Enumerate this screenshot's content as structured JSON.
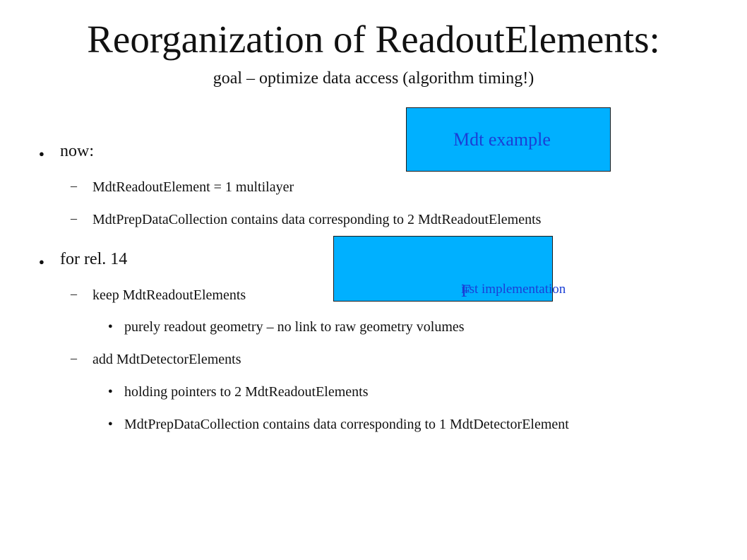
{
  "slide": {
    "title": "Reorganization of ReadoutElements:",
    "subtitle": "goal – optimize data access (algorithm timing!)"
  },
  "bullets": {
    "dot_glyph": "●",
    "dash_glyph": "–",
    "now_label": "now:",
    "now_sub1": "MdtReadoutElement = 1 multilayer",
    "now_sub2": "MdtPrepDataCollection contains data corresponding to 2 MdtReadoutElements",
    "rel_label": "for rel. 14",
    "rel_sub1": "keep MdtReadoutElements",
    "rel_sub1_item1": "purely readout geometry – no link to raw geometry volumes",
    "rel_sub2": "add MdtDetectorElements",
    "rel_sub2_item1": "holding pointers to 2 MdtReadoutElements",
    "rel_sub2_item2": "MdtPrepDataCollection contains data corresponding to 1 MdtDetectorElement"
  },
  "boxes": {
    "mdt_example": "Mdt example",
    "first_impl_initial": "F",
    "first_impl_rest": "irst implementation",
    "fill_color": "#00b0ff",
    "text_color": "#1a3fd6"
  }
}
